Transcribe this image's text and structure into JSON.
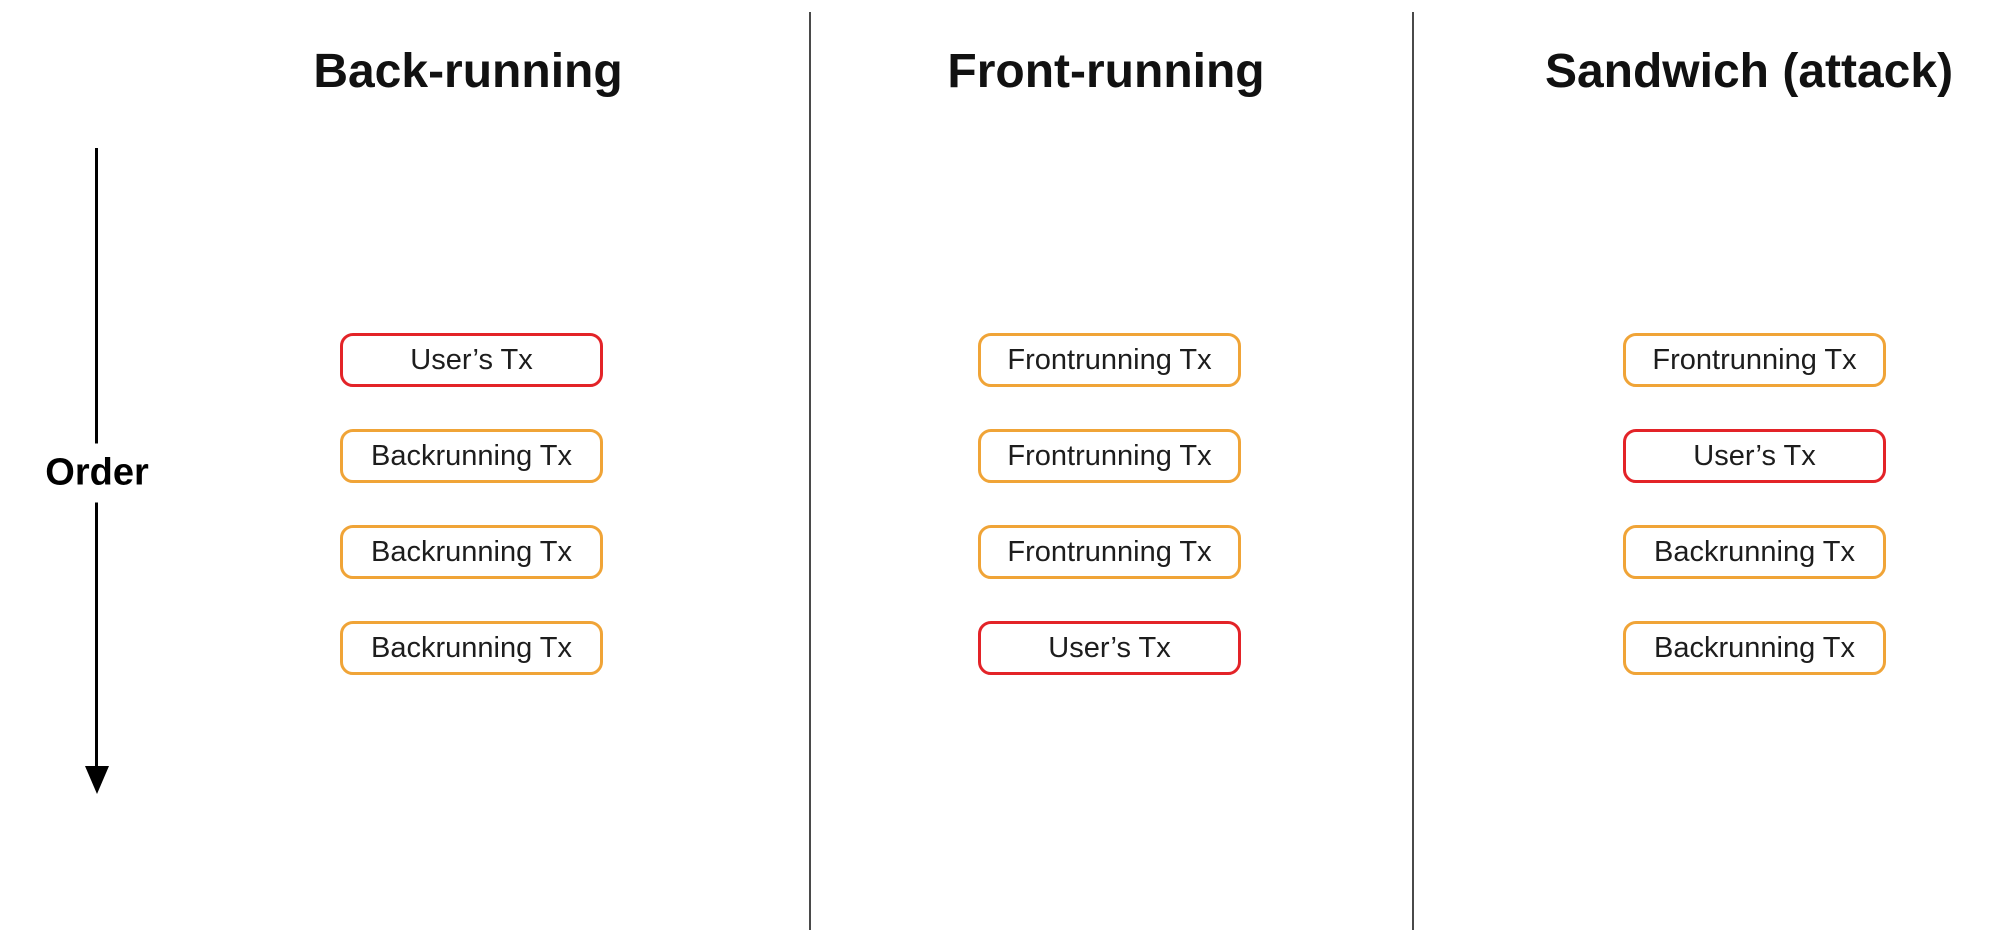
{
  "diagram": {
    "order_label": "Order",
    "columns": [
      {
        "title": "Back-running",
        "boxes": [
          {
            "label": "User’s Tx",
            "type": "user"
          },
          {
            "label": "Backrunning Tx",
            "type": "mev"
          },
          {
            "label": "Backrunning Tx",
            "type": "mev"
          },
          {
            "label": "Backrunning Tx",
            "type": "mev"
          }
        ]
      },
      {
        "title": "Front-running",
        "boxes": [
          {
            "label": "Frontrunning Tx",
            "type": "mev"
          },
          {
            "label": "Frontrunning Tx",
            "type": "mev"
          },
          {
            "label": "Frontrunning Tx",
            "type": "mev"
          },
          {
            "label": "User’s Tx",
            "type": "user"
          }
        ]
      },
      {
        "title": "Sandwich (attack)",
        "boxes": [
          {
            "label": "Frontrunning Tx",
            "type": "mev"
          },
          {
            "label": "User’s Tx",
            "type": "user"
          },
          {
            "label": "Backrunning Tx",
            "type": "mev"
          },
          {
            "label": "Backrunning Tx",
            "type": "mev"
          }
        ]
      }
    ],
    "colors": {
      "user_tx_border": "#E32328",
      "mev_tx_border": "#F0A437",
      "divider": "#4A4A4A",
      "arrow": "#000000",
      "box_text": "#1D1D1D",
      "title_text": "#111111"
    }
  }
}
